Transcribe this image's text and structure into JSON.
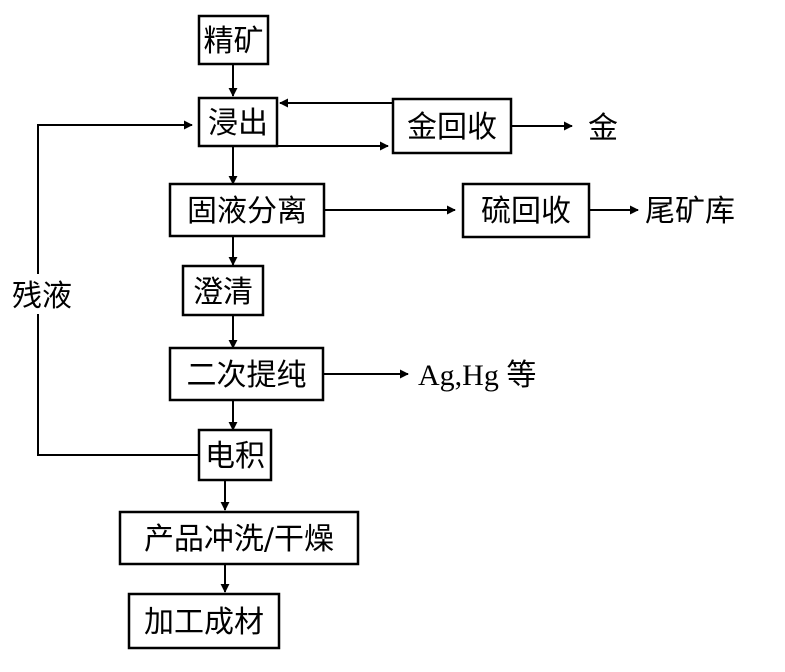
{
  "nodes": {
    "concentrate": "精矿",
    "leaching": "浸出",
    "gold_recovery": "金回收",
    "solid_liquid_separation": "固液分离",
    "sulfur_recovery": "硫回收",
    "clarification": "澄清",
    "secondary_purification": "二次提纯",
    "electrowinning": "电积",
    "product_wash_dry": "产品冲洗/干燥",
    "processing": "加工成材"
  },
  "outputs": {
    "gold": "金",
    "tailings_pond": "尾矿库",
    "ag_hg": "Ag,Hg 等"
  },
  "loops": {
    "residual_liquid": "残液"
  }
}
